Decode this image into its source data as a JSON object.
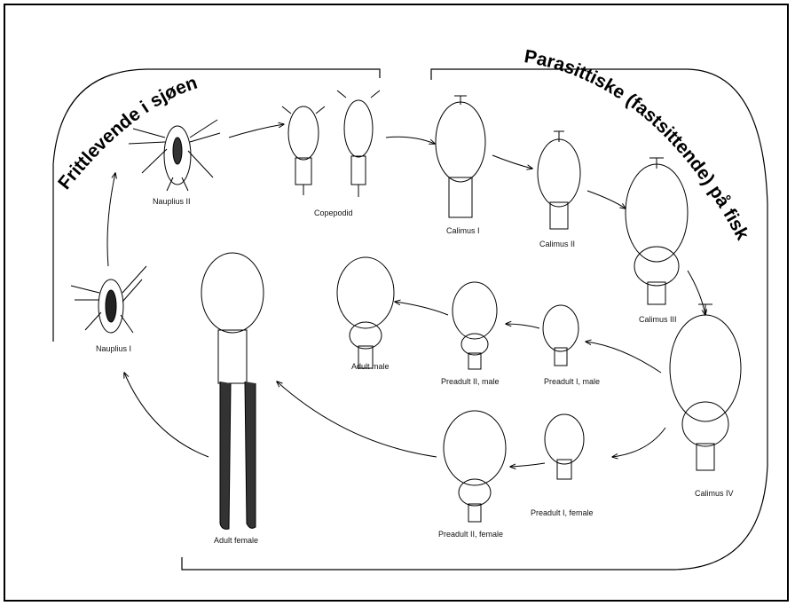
{
  "titles": {
    "free_living": "Frittlevende i sjøen",
    "parasitic": "Parasittiske (fastsittende) på fisk"
  },
  "stages": {
    "nauplius_1": "Nauplius I",
    "nauplius_2": "Nauplius II",
    "copepodid": "Copepodid",
    "chalimus_1": "Calimus I",
    "chalimus_2": "Calimus II",
    "chalimus_3": "Calimus III",
    "chalimus_4": "Calimus IV",
    "preadult_1_male": "Preadult I, male",
    "preadult_2_male": "Preadult II, male",
    "adult_male": "Adult male",
    "preadult_1_female": "Preadult I, female",
    "preadult_2_female": "Preadult II, female",
    "adult_female": "Adult female"
  }
}
